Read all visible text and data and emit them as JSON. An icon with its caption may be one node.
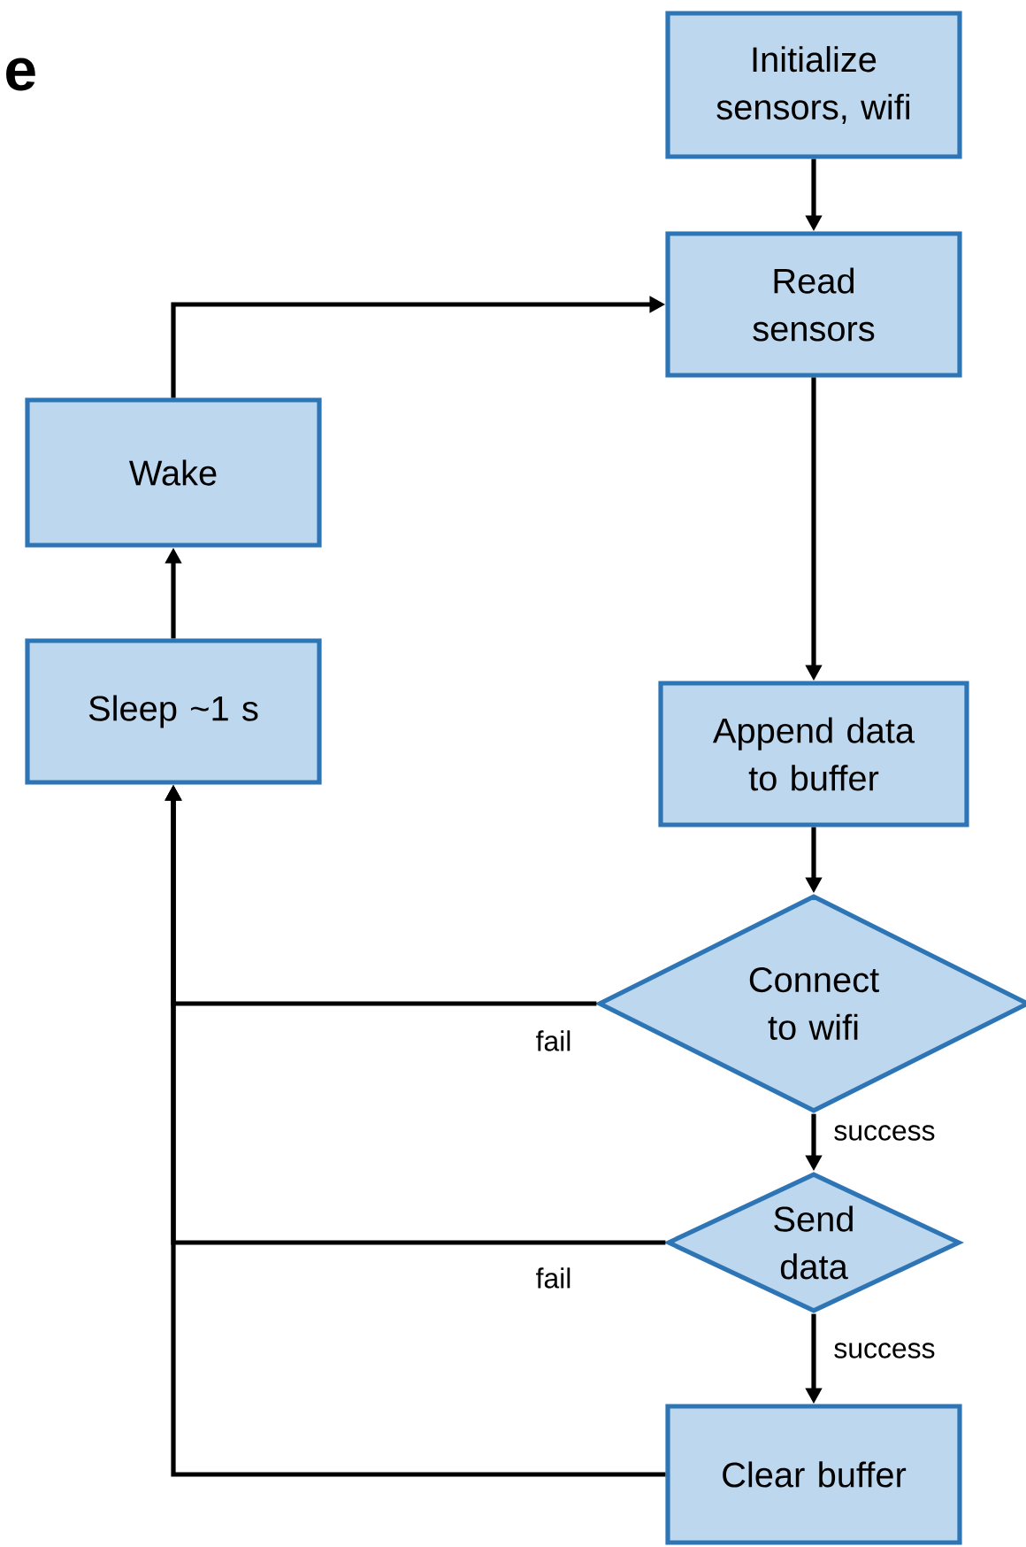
{
  "diagram": {
    "nodes": [
      {
        "text": [
          "Initialize sensors, wifi"
        ]
      },
      {
        "text": [
          "Read sensors"
        ]
      },
      {
        "text": [
          "Wake"
        ]
      },
      {
        "text": [
          "Sleep ~1 s"
        ]
      },
      {
        "text": [
          "Append data to buffer"
        ]
      },
      {
        "text": [
          "Connect to wifi"
        ]
      },
      {
        "text": [
          "Send data"
        ]
      },
      {
        "text": [
          "Clear buffer"
        ]
      }
    ],
    "edges": [
      {
        "from": 0,
        "to": 1,
        "arrow": "to"
      },
      {
        "from": 1,
        "to": 4,
        "arrow": "to"
      },
      {
        "from": 4,
        "to": 5,
        "arrow": "to"
      },
      {
        "from": 5,
        "to": 6,
        "label": "success",
        "arrow": "to"
      },
      {
        "from": 6,
        "to": 7,
        "label": "success",
        "arrow": "to"
      },
      {
        "from": 5,
        "to": 3,
        "label": "fail",
        "arrow": "to"
      },
      {
        "from": 6,
        "to": 3,
        "label": "fail",
        "arrow": "to"
      },
      {
        "from": 7,
        "to": 3,
        "arrow": "to"
      },
      {
        "from": 3,
        "to": 2,
        "arrow": "to"
      },
      {
        "from": 2,
        "to": 1,
        "arrow": "to"
      }
    ],
    "labels": [
      "e"
    ]
  }
}
